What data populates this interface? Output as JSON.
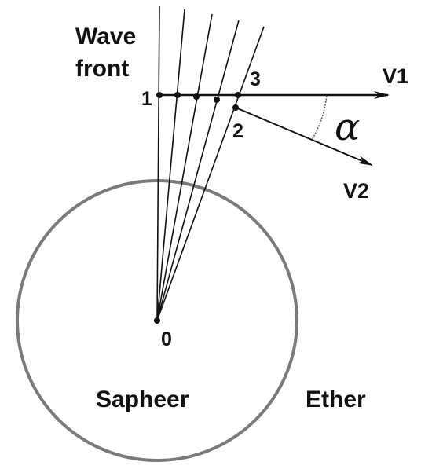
{
  "labels": {
    "wave_front_line1": "Wave",
    "wave_front_line2": "front",
    "point_1": "1",
    "point_2": "2",
    "point_3": "3",
    "point_0": "0",
    "vector_v1": "V1",
    "vector_v2": "V2",
    "angle_symbol": "α",
    "sphere": "Sapheer",
    "outer_medium": "Ether"
  },
  "colors": {
    "ink": "#111111",
    "circle": "#7a7a7a",
    "background": "#ffffff"
  }
}
